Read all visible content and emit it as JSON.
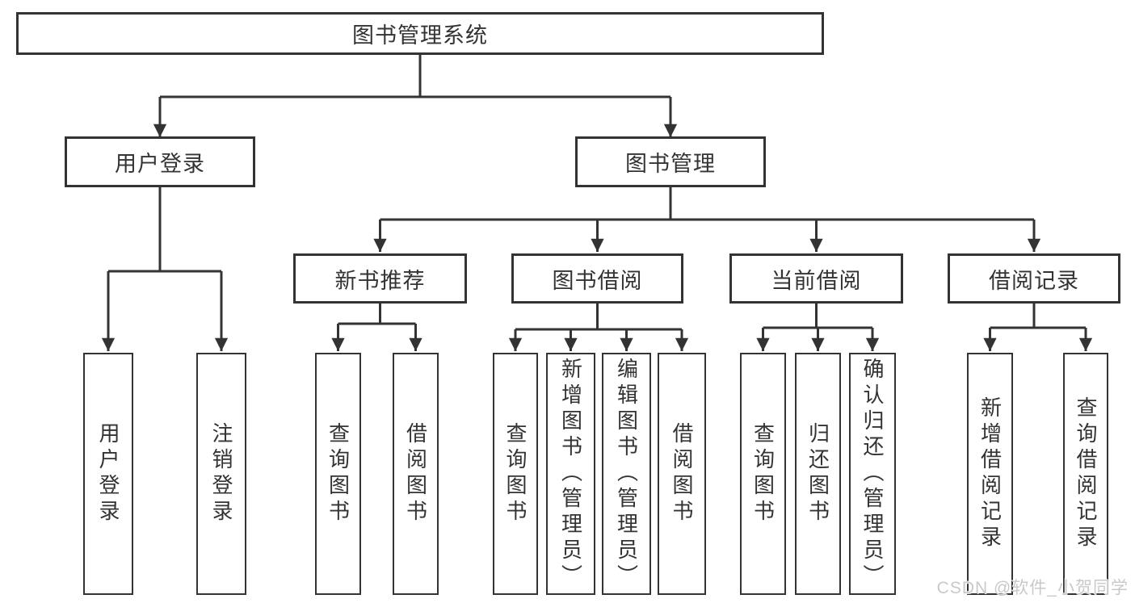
{
  "colors": {
    "line": "#333333",
    "text": "#333333",
    "box_background": "#ffffff",
    "page_background": "#ffffff",
    "watermark": "#c9c9c9"
  },
  "watermark": {
    "text": "CSDN @软件_小贺同学"
  },
  "tree": {
    "root": {
      "label": "图书管理系统"
    },
    "branches": [
      {
        "label": "用户登录",
        "children": [
          {
            "label": "用户登录"
          },
          {
            "label": "注销登录"
          }
        ]
      },
      {
        "label": "图书管理",
        "children": [
          {
            "label": "新书推荐",
            "children": [
              {
                "label": "查询图书"
              },
              {
                "label": "借阅图书"
              }
            ]
          },
          {
            "label": "图书借阅",
            "children": [
              {
                "label": "查询图书"
              },
              {
                "label": "新增图书（管理员）"
              },
              {
                "label": "编辑图书（管理员）"
              },
              {
                "label": "借阅图书"
              }
            ]
          },
          {
            "label": "当前借阅",
            "children": [
              {
                "label": "查询图书"
              },
              {
                "label": "归还图书"
              },
              {
                "label": "确认归还（管理员）"
              }
            ]
          },
          {
            "label": "借阅记录",
            "children": [
              {
                "label": "新增借阅记录"
              },
              {
                "label": "查询借阅记录"
              }
            ]
          }
        ]
      }
    ]
  }
}
